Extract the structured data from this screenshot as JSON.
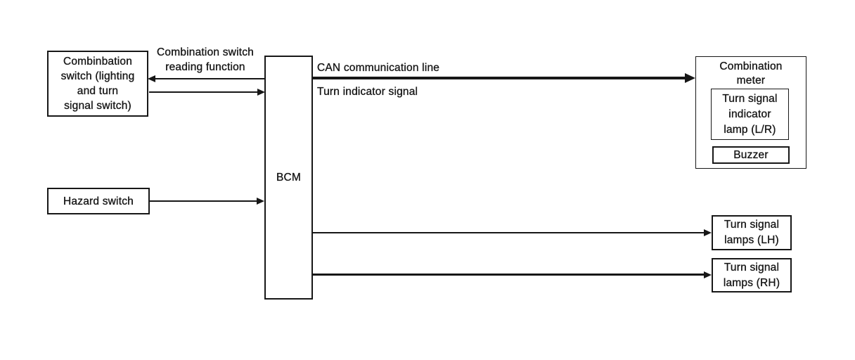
{
  "colors": {
    "background": "#ffffff",
    "line": "#171717",
    "text": "#171717"
  },
  "nodes": {
    "combination_switch": {
      "label": "Combinbation\nswitch (lighting\nand turn\nsignal switch)"
    },
    "hazard_switch": {
      "label": "Hazard switch"
    },
    "bcm": {
      "label": "BCM"
    },
    "combination_meter": {
      "label": "Combination\nmeter"
    },
    "turn_signal_indicator_lamp": {
      "label": "Turn signal\nindicator\nlamp (L/R)"
    },
    "buzzer": {
      "label": "Buzzer"
    },
    "turn_signal_lamps_lh": {
      "label": "Turn signal\nlamps (LH)"
    },
    "turn_signal_lamps_rh": {
      "label": "Turn signal\nlamps (RH)"
    }
  },
  "edges": {
    "combination_switch_reading": {
      "label": "Combination switch\nreading function",
      "from": "bcm",
      "to": "combination_switch",
      "direction": "both"
    },
    "can_communication": {
      "label": "CAN communication line",
      "from": "bcm",
      "to": "combination_meter",
      "style": "thick"
    },
    "turn_indicator_signal": {
      "label": "Turn indicator signal"
    },
    "hazard_to_bcm": {
      "from": "hazard_switch",
      "to": "bcm",
      "direction": "forward"
    },
    "bcm_to_lamps_lh": {
      "from": "bcm",
      "to": "turn_signal_lamps_lh",
      "direction": "forward"
    },
    "bcm_to_lamps_rh": {
      "from": "bcm",
      "to": "turn_signal_lamps_rh",
      "direction": "forward"
    }
  }
}
